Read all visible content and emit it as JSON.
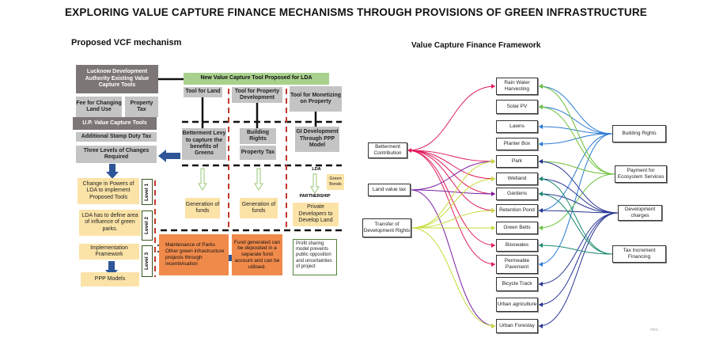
{
  "title": "EXPLORING VALUE CAPTURE FINANCE MECHANISMS THROUGH PROVISIONS OF GREEN INFRASTRUCTURE",
  "left_panel": {
    "heading": "Proposed VCF mechanism",
    "lda_existing": "Lucknow Development Authority Existing Value Capture Tools",
    "fee_land_use": "Fee for Changing Land Use",
    "property_tax_existing": "Property Tax",
    "up_tools": "U.P. Value Capture Tools",
    "stamp_duty": "Additional Stamp Duty Tax",
    "three_levels": "Three Levels of Changes Required",
    "new_tool": "New Value Capture Tool Proposed for LDA",
    "tool_land": "Tool for Land",
    "tool_property_dev": "Tool for Property Development",
    "tool_monetizing": "Tool for Monetizing on Property",
    "betterment_levy": "Betterment Levy to capture the benefits of Greens",
    "building_rights": "Building Rights",
    "property_tax_new": "Property Tax",
    "gi_development": "GI Development Through PPP Model",
    "generation_funds_1": "Generation of funds",
    "generation_funds_2": "Generation of funds",
    "lda_label": "LDA",
    "green_bonds": "Green Bonds",
    "partnership": "PARTNERSHIP",
    "private_developers": "Private Developers to Develop Land",
    "level1_text": "Change in Powers of LDA to implement Proposed Tools",
    "level1_label": "Level 1",
    "level2_text": "LDA has to define area of influence of green parks.",
    "level2_label": "Level 2",
    "implementation": "Implementation Framework",
    "level3_label": "Level 3",
    "ppp_models": "PPP Models",
    "maintenance_items": [
      "Maintenance of Parks",
      "Other green infrastructure projects through incentivisation"
    ],
    "fund_generated": "Fund generated can be deposited in a separate fund account and can be utilised.",
    "profit_sharing": "Profit sharing model prevents public opposition and uncertainties of project"
  },
  "right_panel": {
    "heading": "Value Capture Finance Framework",
    "sources": [
      "Betterment Contribution",
      "Land value tax",
      "Transfer of Development Rights"
    ],
    "components": [
      "Rain Water Harvesting",
      "Solar PV",
      "Lawns",
      "Planter Box",
      "Park",
      "Wetland",
      "Gardens",
      "Retention Pond",
      "Green Belts",
      "Bioswales",
      "Permeable Pavement",
      "Bicycle Track",
      "Urban agriculture",
      "Urban Forestay"
    ],
    "mechanisms": [
      "Building Rights",
      "Payment for Ecosystem Services",
      "Development charges",
      "Tax Increment Financing"
    ],
    "source_links": [
      {
        "from": 0,
        "to": [
          0,
          4,
          5,
          6,
          7,
          9,
          10
        ],
        "color": "#e0195b"
      },
      {
        "from": 1,
        "to": [
          4,
          6,
          13
        ],
        "color": "#7b1fa2"
      },
      {
        "from": 2,
        "to": [
          4,
          5,
          7,
          8,
          13
        ],
        "color": "#c6dc3a"
      }
    ],
    "mechanism_links": [
      {
        "from": 0,
        "to": [
          0,
          1,
          2,
          3,
          7,
          10
        ],
        "color": "#2a7bd4"
      },
      {
        "from": 1,
        "to": [
          0,
          1,
          4,
          8
        ],
        "color": "#6cc03a"
      },
      {
        "from": 2,
        "to": [
          4,
          5,
          6,
          7,
          11,
          12,
          13
        ],
        "color": "#283593"
      },
      {
        "from": 3,
        "to": [
          5,
          6,
          9
        ],
        "color": "#1a8a6e"
      }
    ],
    "watermark": "miro"
  }
}
